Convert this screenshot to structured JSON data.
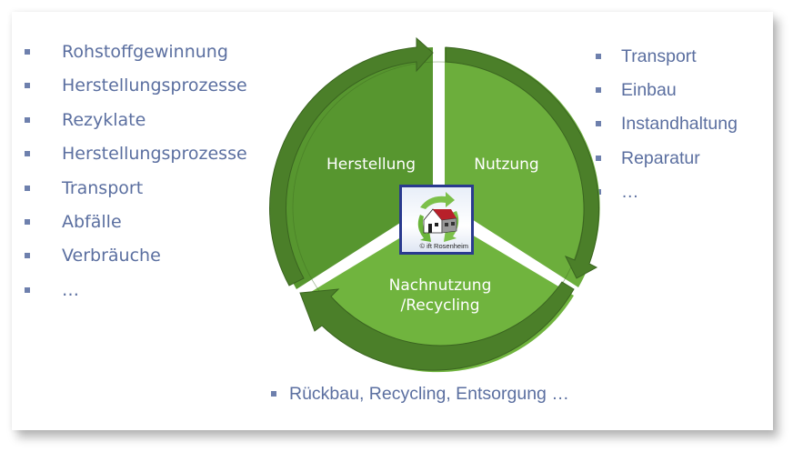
{
  "diagram": {
    "segments": [
      {
        "label": "Herstellung",
        "color": "#57962f"
      },
      {
        "label": "Nutzung",
        "color": "#6cae3c"
      },
      {
        "label": "Nachnutzung",
        "label_line2": "/Recycling",
        "color": "#70b43e"
      }
    ],
    "ring_arrow_color": "#4b7f29",
    "center_logo": {
      "caption": "© ift Rosenheim",
      "icon": "house-recycling-icon"
    }
  },
  "left_list": {
    "items": [
      "Rohstoffgewinnung",
      "Herstellungsprozesse",
      "Rezyklate",
      "Herstellungsprozesse",
      "Transport",
      "Abfälle",
      "Verbräuche",
      "…"
    ]
  },
  "right_list": {
    "items": [
      "Transport",
      "Einbau",
      "Instandhaltung",
      "Reparatur",
      "…"
    ]
  },
  "bottom_list": {
    "items": [
      "Rückbau, Recycling, Entsorgung …"
    ]
  },
  "colors": {
    "text": "#5b6fa0",
    "bullet": "#6e80ad",
    "logo_border": "#2a3a8f"
  }
}
